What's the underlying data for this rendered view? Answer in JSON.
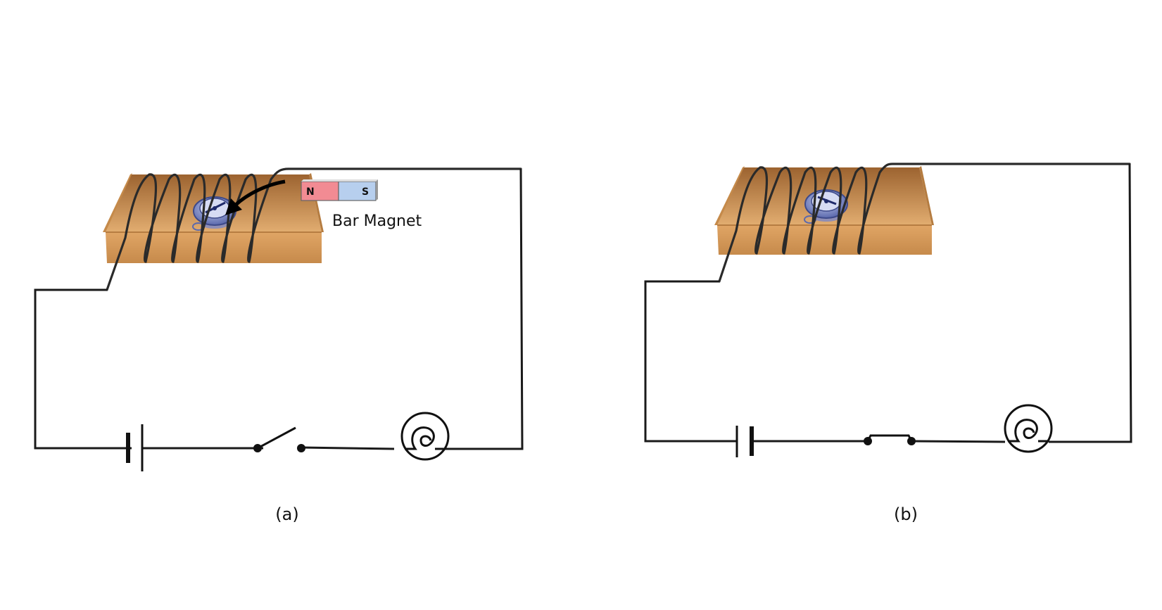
{
  "panels": [
    {
      "caption": "(a)",
      "switch_state": "open"
    },
    {
      "caption": "(b)",
      "switch_state": "closed"
    }
  ],
  "magnet": {
    "label": "Bar Magnet",
    "north_label": "N",
    "south_label": "S",
    "north_color": "#f28b93",
    "south_color": "#b7cfee"
  },
  "colors": {
    "box": "#d9a05e",
    "box_dark": "#b87a3a",
    "wire": "#1a1a1a",
    "compass": "#6f7fc0"
  },
  "icons": [
    "battery-icon",
    "switch-icon",
    "bulb-icon",
    "compass-icon",
    "deflection-arrow-icon"
  ]
}
